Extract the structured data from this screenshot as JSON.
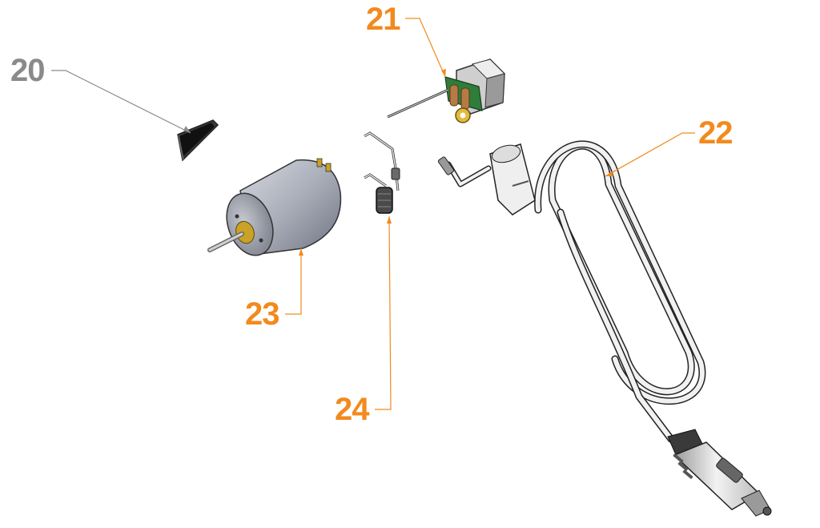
{
  "diagram": {
    "parts": [
      {
        "number": "20",
        "color": "#8a8a8a"
      },
      {
        "number": "21",
        "color": "#f28a1e"
      },
      {
        "number": "22",
        "color": "#f28a1e"
      },
      {
        "number": "23",
        "color": "#f28a1e"
      },
      {
        "number": "24",
        "color": "#f28a1e"
      }
    ],
    "colors": {
      "accent": "#f28a1e",
      "inactive": "#8a8a8a",
      "motor_body": "#a9adb8",
      "brass": "#c9a227",
      "pcb": "#2f7d3a",
      "cable": "#eeeeee",
      "outline": "#222222"
    }
  }
}
